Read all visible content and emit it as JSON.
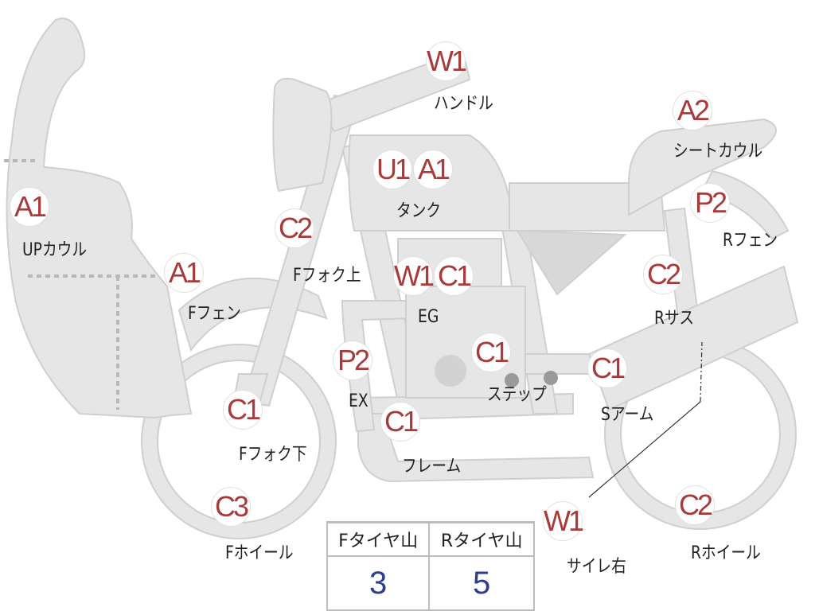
{
  "parts": [
    {
      "code": "W1",
      "name": "ハンドル"
    },
    {
      "code": "A2",
      "name": "シートカウル"
    },
    {
      "code": "U1"
    },
    {
      "code": "A1",
      "name": "タンク"
    },
    {
      "code": "A1",
      "name": "UPカウル"
    },
    {
      "code": "C2",
      "name": "Fフォク上"
    },
    {
      "code": "P2",
      "name": "Rフェン"
    },
    {
      "code": "A1",
      "name": "Fフェン"
    },
    {
      "code": "W1"
    },
    {
      "code": "C1",
      "name": "EG"
    },
    {
      "code": "C2",
      "name": "Rサス"
    },
    {
      "code": "P2",
      "name": "EX"
    },
    {
      "code": "C1",
      "name": "ステップ"
    },
    {
      "code": "C1",
      "name": "Sアーム"
    },
    {
      "code": "C1",
      "name": "Fフォク下"
    },
    {
      "code": "C1",
      "name": "フレーム"
    },
    {
      "code": "C3",
      "name": "Fホイール"
    },
    {
      "code": "W1",
      "name": "サイレ右"
    },
    {
      "code": "C2",
      "name": "Rホイール"
    }
  ],
  "tire_table": {
    "headers": [
      "Fタイヤ山",
      "Rタイヤ山"
    ],
    "values": [
      "3",
      "5"
    ]
  }
}
